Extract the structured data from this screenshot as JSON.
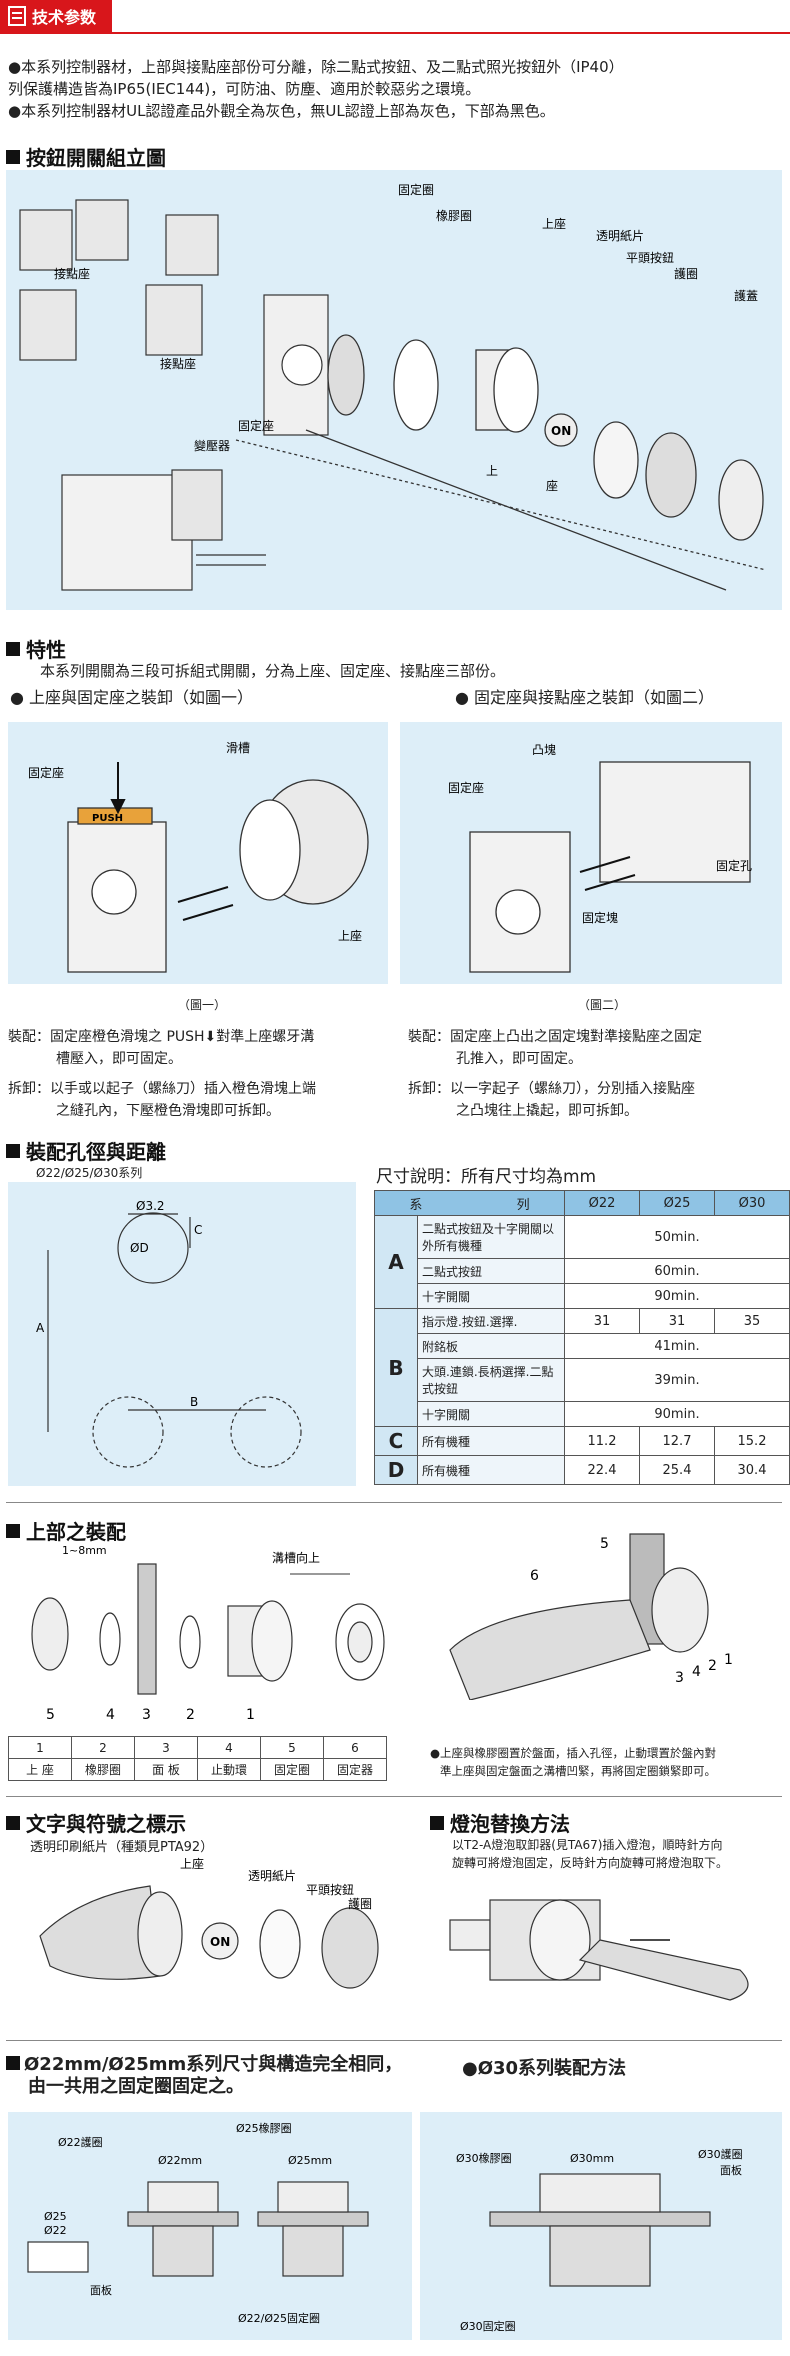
{
  "header": {
    "tab_label": "技术参数"
  },
  "intro": {
    "line1": "●本系列控制器材，上部與接點座部份可分離，除二點式按鈕、及二點式照光按鈕外（IP40）",
    "line2": "列保護構造皆為IP65(IEC144)，可防油、防塵、適用於較惡劣之環境。",
    "line3": "●本系列控制器材UL認證產品外觀全為灰色，無UL認證上部為灰色，下部為黑色。"
  },
  "assembly": {
    "title": "按鈕開關組立圖",
    "labels": {
      "jiedianzuo1": "接點座",
      "jiedianzuo2": "接點座",
      "guding_zuo": "固定座",
      "biansuqi": "變壓器",
      "guding_quan": "固定圈",
      "xiangjiao_quan": "橡膠圈",
      "shangzuo": "上座",
      "toumingzhipian": "透明紙片",
      "pingtou": "平頭按鈕",
      "hujuan": "護圈",
      "hugai": "護蓋",
      "on": "ON",
      "up1": "上",
      "up2": "座"
    }
  },
  "features": {
    "title": "特性",
    "desc": "本系列開關為三段可拆組式開關，分為上座、固定座、接點座三部份。",
    "sub1": "●  上座與固定座之裝卸（如圖一）",
    "sub2": "●  固定座與接點座之裝卸（如圖二）",
    "fig1": {
      "caption": "（圖一）",
      "l_fixed": "固定座",
      "l_slot": "滑槽",
      "l_top": "上座",
      "l_push": "PUSH"
    },
    "fig2": {
      "caption": "（圖二）",
      "l_fixed": "固定座",
      "l_convex": "凸塊",
      "l_hole": "固定孔",
      "l_block": "固定塊"
    },
    "mount1a": "裝配：固定座橙色滑塊之 PUSH⬇對準上座螺牙溝",
    "mount1b": "槽壓入，即可固定。",
    "remove1a": "拆卸：以手或以起子（螺絲刀）插入橙色滑塊上端",
    "remove1b": "之縫孔內，下壓橙色滑塊即可拆卸。",
    "mount2a": "裝配：固定座上凸出之固定塊對準接點座之固定",
    "mount2b": "孔推入，即可固定。",
    "remove2a": "拆卸：以一字起子（螺絲刀），分別插入接點座",
    "remove2b": "之凸塊往上撬起，即可拆卸。"
  },
  "holes": {
    "title": "裝配孔徑與距離",
    "subtitle": "Ø22/Ø25/Ø30系列",
    "lbl_d32": "Ø3.2",
    "lbl_d": "ØD",
    "lbl_a": "A",
    "lbl_b": "B",
    "lbl_c": "C",
    "dim_title": "尺寸說明：所有尺寸均為mm",
    "table": {
      "h_col1": "系",
      "h_col2": "列",
      "h_22": "Ø22",
      "h_25": "Ø25",
      "h_30": "Ø30",
      "A": "A",
      "a1_label": "二點式按鈕及十字開關以外所有機種",
      "a1_val": "50min.",
      "a2_label": "二點式按鈕",
      "a2_val": "60min.",
      "a3_label": "十字開關",
      "a3_val": "90min.",
      "B": "B",
      "b1_label": "指示燈.按鈕.選擇.",
      "b1_22": "31",
      "b1_25": "31",
      "b1_30": "35",
      "b2_label": "附銘板",
      "b2_val": "41min.",
      "b3_label": "大頭.連鎖.長柄選擇.二點式按鈕",
      "b3_val": "39min.",
      "b4_label": "十字開關",
      "b4_val": "90min.",
      "C": "C",
      "c_label": "所有機種",
      "c_22": "11.2",
      "c_25": "12.7",
      "c_30": "15.2",
      "D": "D",
      "d_label": "所有機種",
      "d_22": "22.4",
      "d_25": "25.4",
      "d_30": "30.4"
    }
  },
  "top_assembly": {
    "title": "上部之裝配",
    "lbl_range": "1~8mm",
    "lbl_groove": "溝槽向上",
    "nums": [
      "5",
      "4",
      "3",
      "2",
      "1"
    ],
    "right_nums": [
      "5",
      "6",
      "3",
      "4",
      "2",
      "1"
    ],
    "parts_nums": [
      "1",
      "2",
      "3",
      "4",
      "5",
      "6"
    ],
    "parts_names": [
      "上 座",
      "橡膠圈",
      "面 板",
      "止動環",
      "固定圈",
      "固定器"
    ],
    "note1": "●上座與橡膠圈置於盤面，插入孔徑，止動環置於盤內對",
    "note2": "準上座與固定盤面之溝槽凹緊，再將固定圈鎖緊即可。"
  },
  "marking": {
    "title": "文字與符號之標示",
    "desc": "透明印刷紙片（種類見PTA92）",
    "l_top": "上座",
    "l_paper": "透明紙片",
    "l_flat": "平頭按鈕",
    "l_ring": "護圈",
    "on": "ON"
  },
  "bulb": {
    "title": "燈泡替換方法",
    "desc1": "以T2-A燈泡取卸器(見TA67)插入燈泡，順時針方向",
    "desc2": "旋轉可將燈泡固定，反時針方向旋轉可將燈泡取下。"
  },
  "bottom": {
    "title1": "Ø22mm/Ø25mm系列尺寸與構造完全相同，",
    "title1b": "由一共用之固定圈固定之。",
    "title2": "●Ø30系列裝配方法",
    "l_22guard": "Ø22護圈",
    "l_25guard": "Ø25橡膠圈",
    "l_22mm": "Ø22mm",
    "l_25mm": "Ø25mm",
    "l_25": "Ø25",
    "l_22": "Ø22",
    "l_panel": "面板",
    "l_22_25fix": "Ø22/Ø25固定圈",
    "l_30rubber": "Ø30橡膠圈",
    "l_30mm": "Ø30mm",
    "l_30guard": "Ø30護圈",
    "l_panel2": "面板",
    "l_30fix": "Ø30固定圈"
  }
}
